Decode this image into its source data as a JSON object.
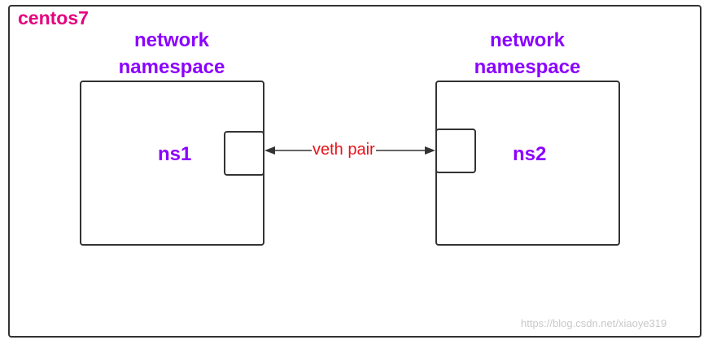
{
  "host": {
    "label": "centos7"
  },
  "namespaces": [
    {
      "title_line1": "network",
      "title_line2": "namespace",
      "name": "ns1"
    },
    {
      "title_line1": "network",
      "title_line2": "namespace",
      "name": "ns2"
    }
  ],
  "link": {
    "label": "veth pair"
  },
  "watermark": "https://blog.csdn.net/xiaoye319",
  "colors": {
    "host_label": "#e6007e",
    "namespace_text": "#8b00ff",
    "link_label": "#e8141b",
    "border": "#333333"
  }
}
